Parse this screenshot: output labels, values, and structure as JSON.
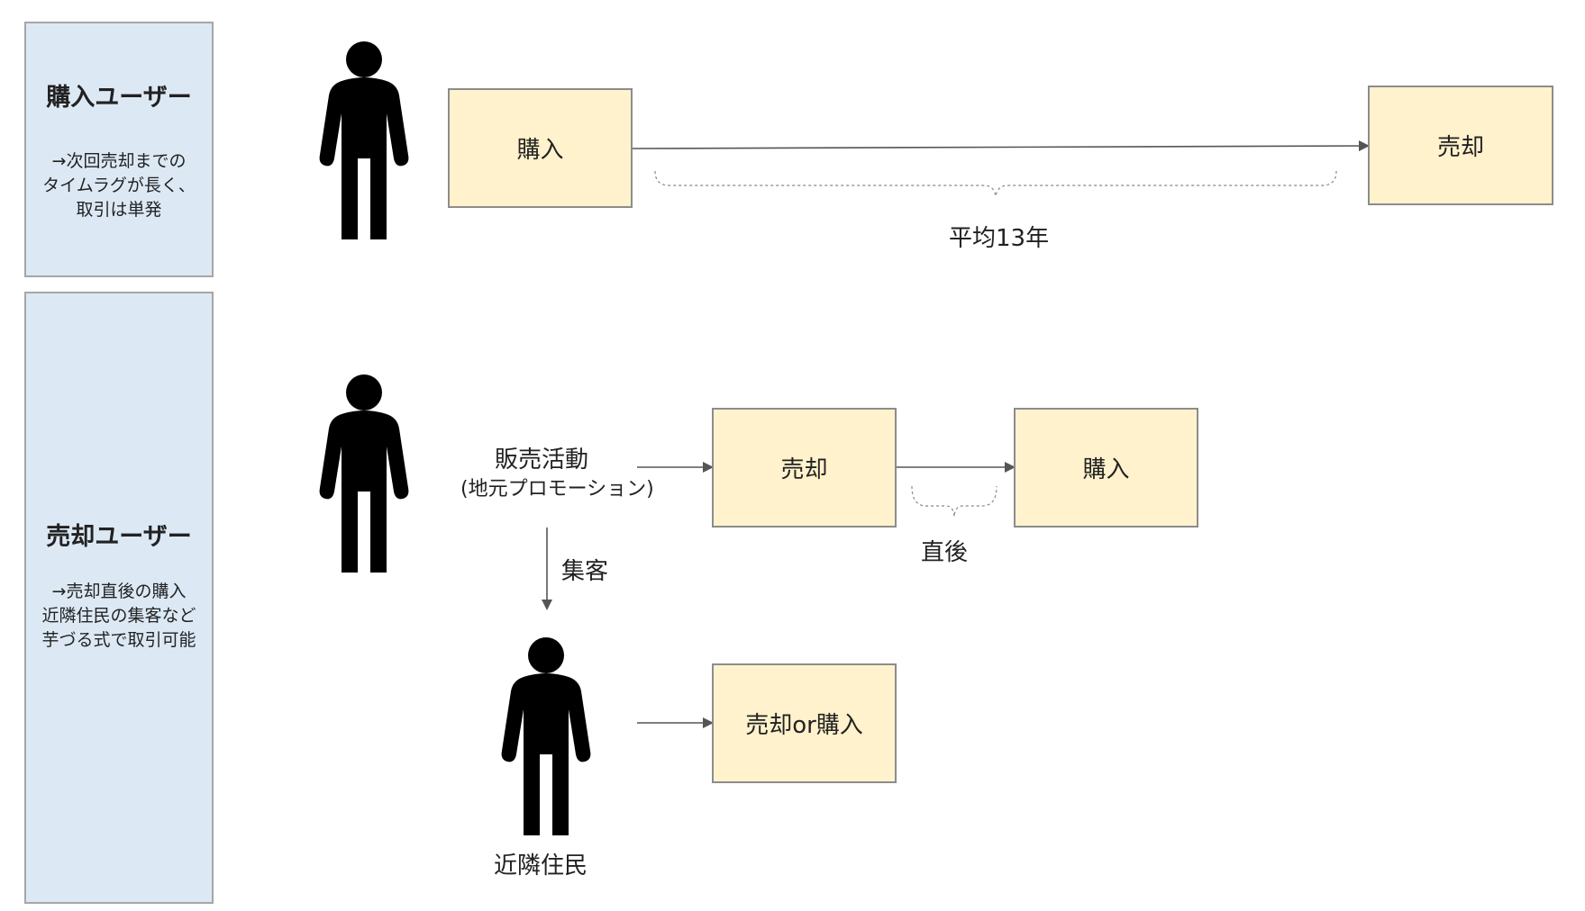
{
  "panels": {
    "buyer": {
      "title": "購入ユーザー",
      "desc": "→次回売却までの\nタイムラグが長く、\n取引は単発"
    },
    "seller": {
      "title": "売却ユーザー",
      "desc": "→売却直後の購入\n近隣住民の集客など\n芋づる式で取引可能"
    }
  },
  "flow_buyer": {
    "buy_label": "購入",
    "sell_label": "売却",
    "interval_label": "平均13年"
  },
  "flow_seller": {
    "sales_activity": "販売活動",
    "sales_activity_sub": "(地元プロモーション)",
    "sell_label": "売却",
    "buy_label": "購入",
    "immediately_label": "直後",
    "attract_label": "集客",
    "neighbor_label": "近隣住民",
    "sell_or_buy_label": "売却or購入"
  },
  "colors": {
    "panel_fill": "#dce9f5",
    "box_fill": "#fff2cc",
    "arrow": "#555555",
    "person": "#000000"
  },
  "icons": {
    "person": "person-icon"
  }
}
